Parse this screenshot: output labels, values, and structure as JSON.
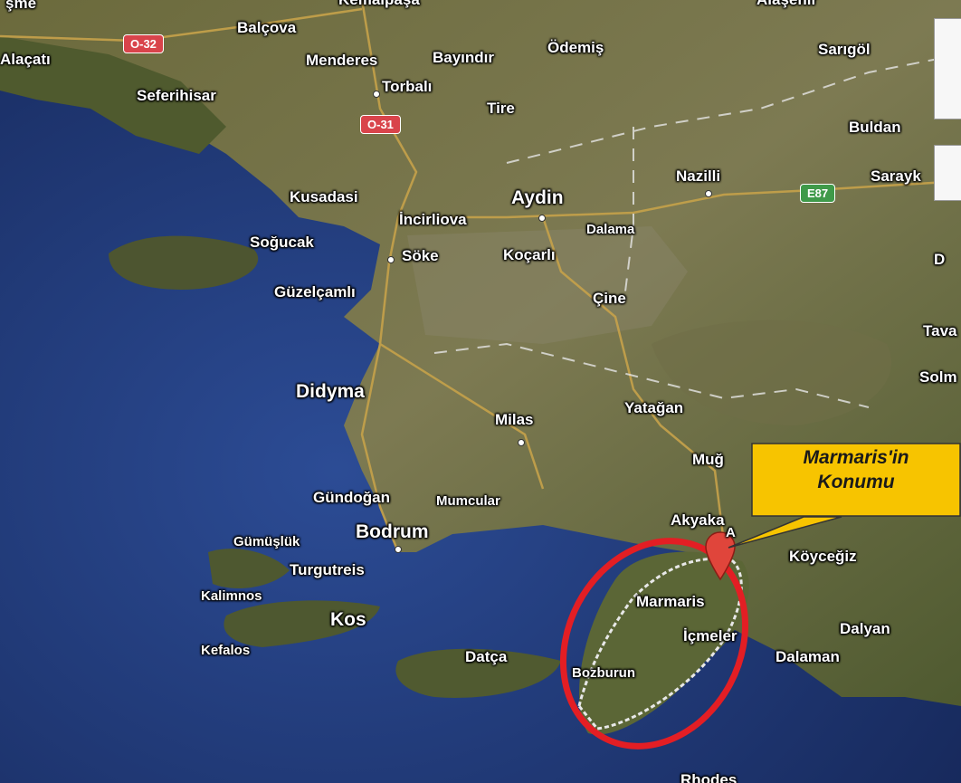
{
  "map": {
    "places": [
      {
        "key": "sme",
        "label": "şme"
      },
      {
        "key": "alacati",
        "label": "Alaçatı"
      },
      {
        "key": "balcova",
        "label": "Balçova"
      },
      {
        "key": "kemalpasa",
        "label": "Kemalpaşa"
      },
      {
        "key": "alasehir",
        "label": "Alaşehir"
      },
      {
        "key": "sarigol",
        "label": "Sarıgöl"
      },
      {
        "key": "odemis",
        "label": "Ödemiş"
      },
      {
        "key": "bayindir",
        "label": "Bayındır"
      },
      {
        "key": "menderes",
        "label": "Menderes"
      },
      {
        "key": "torbali",
        "label": "Torbalı"
      },
      {
        "key": "seferihisar",
        "label": "Seferihisar"
      },
      {
        "key": "tire",
        "label": "Tire"
      },
      {
        "key": "buldan",
        "label": "Buldan"
      },
      {
        "key": "nazilli",
        "label": "Nazilli"
      },
      {
        "key": "sarayk",
        "label": "Sarayk"
      },
      {
        "key": "kusadasi",
        "label": "Kusadasi"
      },
      {
        "key": "aydin",
        "label": "Aydin"
      },
      {
        "key": "incirliova",
        "label": "İncirliova"
      },
      {
        "key": "dalama",
        "label": "Dalama"
      },
      {
        "key": "sogucak",
        "label": "Soğucak"
      },
      {
        "key": "soke",
        "label": "Söke"
      },
      {
        "key": "kocarli",
        "label": "Koçarlı"
      },
      {
        "key": "guzelcamli",
        "label": "Güzelçamlı"
      },
      {
        "key": "cine",
        "label": "Çine"
      },
      {
        "key": "tava",
        "label": "Tava"
      },
      {
        "key": "solm",
        "label": "Solm"
      },
      {
        "key": "didyma",
        "label": "Didyma"
      },
      {
        "key": "milas",
        "label": "Milas"
      },
      {
        "key": "yatagan",
        "label": "Yatağan"
      },
      {
        "key": "mug",
        "label": "Muğ"
      },
      {
        "key": "gundogan",
        "label": "Gündoğan"
      },
      {
        "key": "mumcular",
        "label": "Mumcular"
      },
      {
        "key": "akyaka",
        "label": "Akyaka"
      },
      {
        "key": "gumusluk",
        "label": "Gümüşlük"
      },
      {
        "key": "bodrum",
        "label": "Bodrum"
      },
      {
        "key": "koycegiz",
        "label": "Köyceğiz"
      },
      {
        "key": "turgutreis",
        "label": "Turgutreis"
      },
      {
        "key": "kalimnos",
        "label": "Kalimnos"
      },
      {
        "key": "marmaris",
        "label": "Marmaris"
      },
      {
        "key": "kos",
        "label": "Kos"
      },
      {
        "key": "dalyan",
        "label": "Dalyan"
      },
      {
        "key": "kefalos",
        "label": "Kefalos"
      },
      {
        "key": "datca",
        "label": "Datça"
      },
      {
        "key": "icmeler",
        "label": "İçmeler"
      },
      {
        "key": "dalaman",
        "label": "Dalaman"
      },
      {
        "key": "bozburun",
        "label": "Bozburun"
      },
      {
        "key": "rhodes",
        "label": "Rhodes"
      },
      {
        "key": "d",
        "label": "D"
      }
    ],
    "road_shields": [
      {
        "key": "o32",
        "label": "O-32"
      },
      {
        "key": "o31",
        "label": "O-31"
      },
      {
        "key": "e87",
        "label": "E87"
      }
    ],
    "marker": {
      "label": "A"
    },
    "callout": {
      "line1": "Marmaris'in",
      "line2": "Konumu"
    },
    "colors": {
      "sea": "#1f3a78",
      "land": "#5a6035",
      "highlight_ring": "#e31e24",
      "callout_fill": "#f7c400"
    }
  }
}
